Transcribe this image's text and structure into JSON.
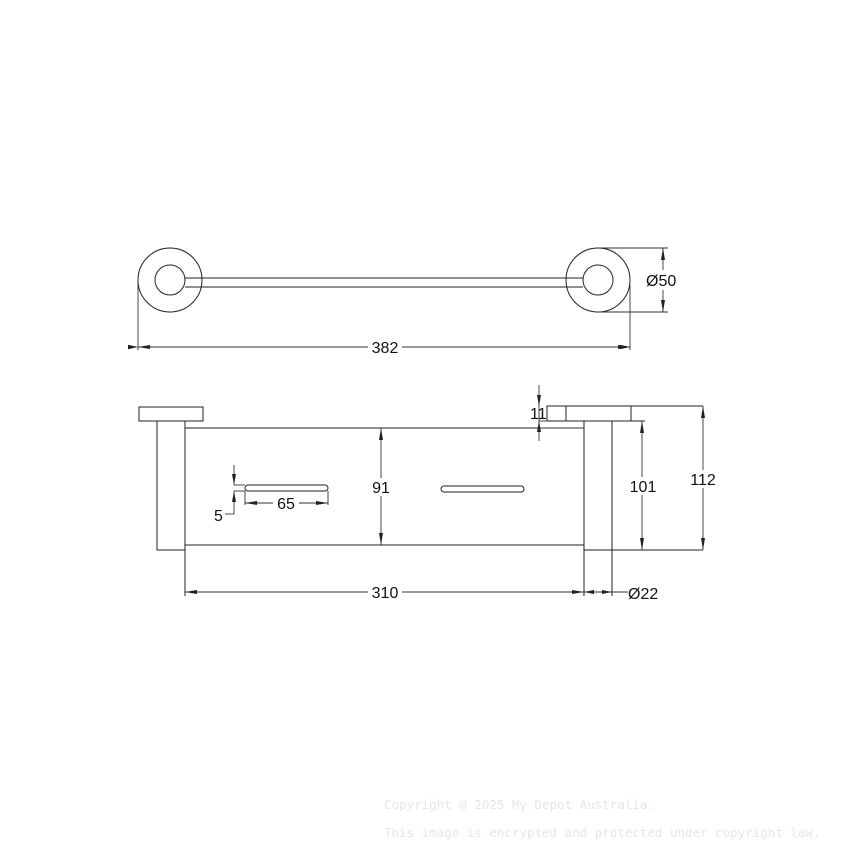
{
  "drawing": {
    "type": "technical-dimension-drawing",
    "subject": "towel rail / glass shelf with round wall flanges",
    "line_color": "#222222",
    "background": "#ffffff",
    "top_view": {
      "dimensions": {
        "overall_length": "382",
        "flange_diameter": "Ø50"
      }
    },
    "front_view": {
      "dimensions": {
        "shelf_length": "310",
        "post_diameter": "Ø22",
        "shelf_height": "91",
        "post_height": "101",
        "overall_height": "112",
        "flange_thickness": "11",
        "slot_length": "65",
        "slot_width": "5"
      }
    }
  },
  "watermark": {
    "line1": "Copyright @ 2025 My Depot Australia.",
    "line2": "This image is encrypted and protected under copyright law.",
    "color": "#e6e6e6"
  }
}
